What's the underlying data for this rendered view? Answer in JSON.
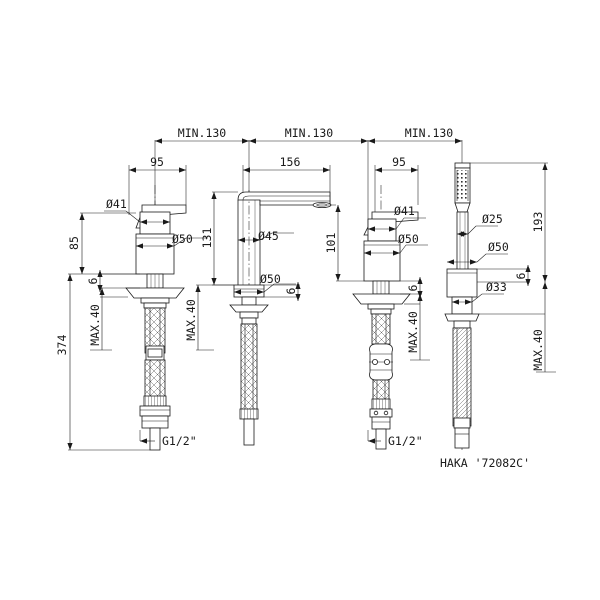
{
  "drawing": {
    "title_code": "HAKA  '72082C'",
    "units": "mm",
    "type": "technical-dimension-drawing",
    "subject": "4-hole bath mixer set: single-lever mixer, spout, single-lever mixer, handshower",
    "colors": {
      "line": "#1a1a1a",
      "background": "#ffffff",
      "hatch": "#444444"
    }
  },
  "spacing_dimensions": [
    {
      "id": "min130-a",
      "label": "MIN.130"
    },
    {
      "id": "min130-b",
      "label": "MIN.130"
    },
    {
      "id": "min130-c",
      "label": "MIN.130"
    }
  ],
  "width_dimensions": [
    {
      "id": "w-95-left",
      "label": "95"
    },
    {
      "id": "w-156",
      "label": "156"
    },
    {
      "id": "w-95-right",
      "label": "95"
    }
  ],
  "diameter_dimensions": [
    {
      "id": "d41-left",
      "label": "Ø41"
    },
    {
      "id": "d50-left",
      "label": "Ø50"
    },
    {
      "id": "d45-spout",
      "label": "Ø45"
    },
    {
      "id": "d50-spout",
      "label": "Ø50"
    },
    {
      "id": "d41-right",
      "label": "Ø41"
    },
    {
      "id": "d50-right",
      "label": "Ø50"
    },
    {
      "id": "d25-shower",
      "label": "Ø25"
    },
    {
      "id": "d50-shower",
      "label": "Ø50"
    },
    {
      "id": "d33-shower",
      "label": "Ø33"
    }
  ],
  "height_dimensions": [
    {
      "id": "h-85",
      "label": "85"
    },
    {
      "id": "h-374",
      "label": "374"
    },
    {
      "id": "h-131",
      "label": "131"
    },
    {
      "id": "h-101",
      "label": "101"
    },
    {
      "id": "h-193",
      "label": "193"
    }
  ],
  "thickness_dimensions": [
    {
      "id": "t6-a",
      "label": "6"
    },
    {
      "id": "t6-b",
      "label": "6"
    },
    {
      "id": "t6-c",
      "label": "6"
    },
    {
      "id": "t6-d",
      "label": "6"
    }
  ],
  "max_dimensions": [
    {
      "id": "max40-a",
      "label": "MAX.40"
    },
    {
      "id": "max40-b",
      "label": "MAX.40"
    },
    {
      "id": "max40-c",
      "label": "MAX.40"
    },
    {
      "id": "max40-d",
      "label": "MAX.40"
    }
  ],
  "thread_labels": [
    {
      "id": "g12-left",
      "label": "G1/2\""
    },
    {
      "id": "g12-right",
      "label": "G1/2\""
    }
  ],
  "fixtures": [
    {
      "id": "fixture-1",
      "name": "single-lever-mixer-left"
    },
    {
      "id": "fixture-2",
      "name": "spout"
    },
    {
      "id": "fixture-3",
      "name": "single-lever-mixer-right"
    },
    {
      "id": "fixture-4",
      "name": "handshower"
    }
  ]
}
